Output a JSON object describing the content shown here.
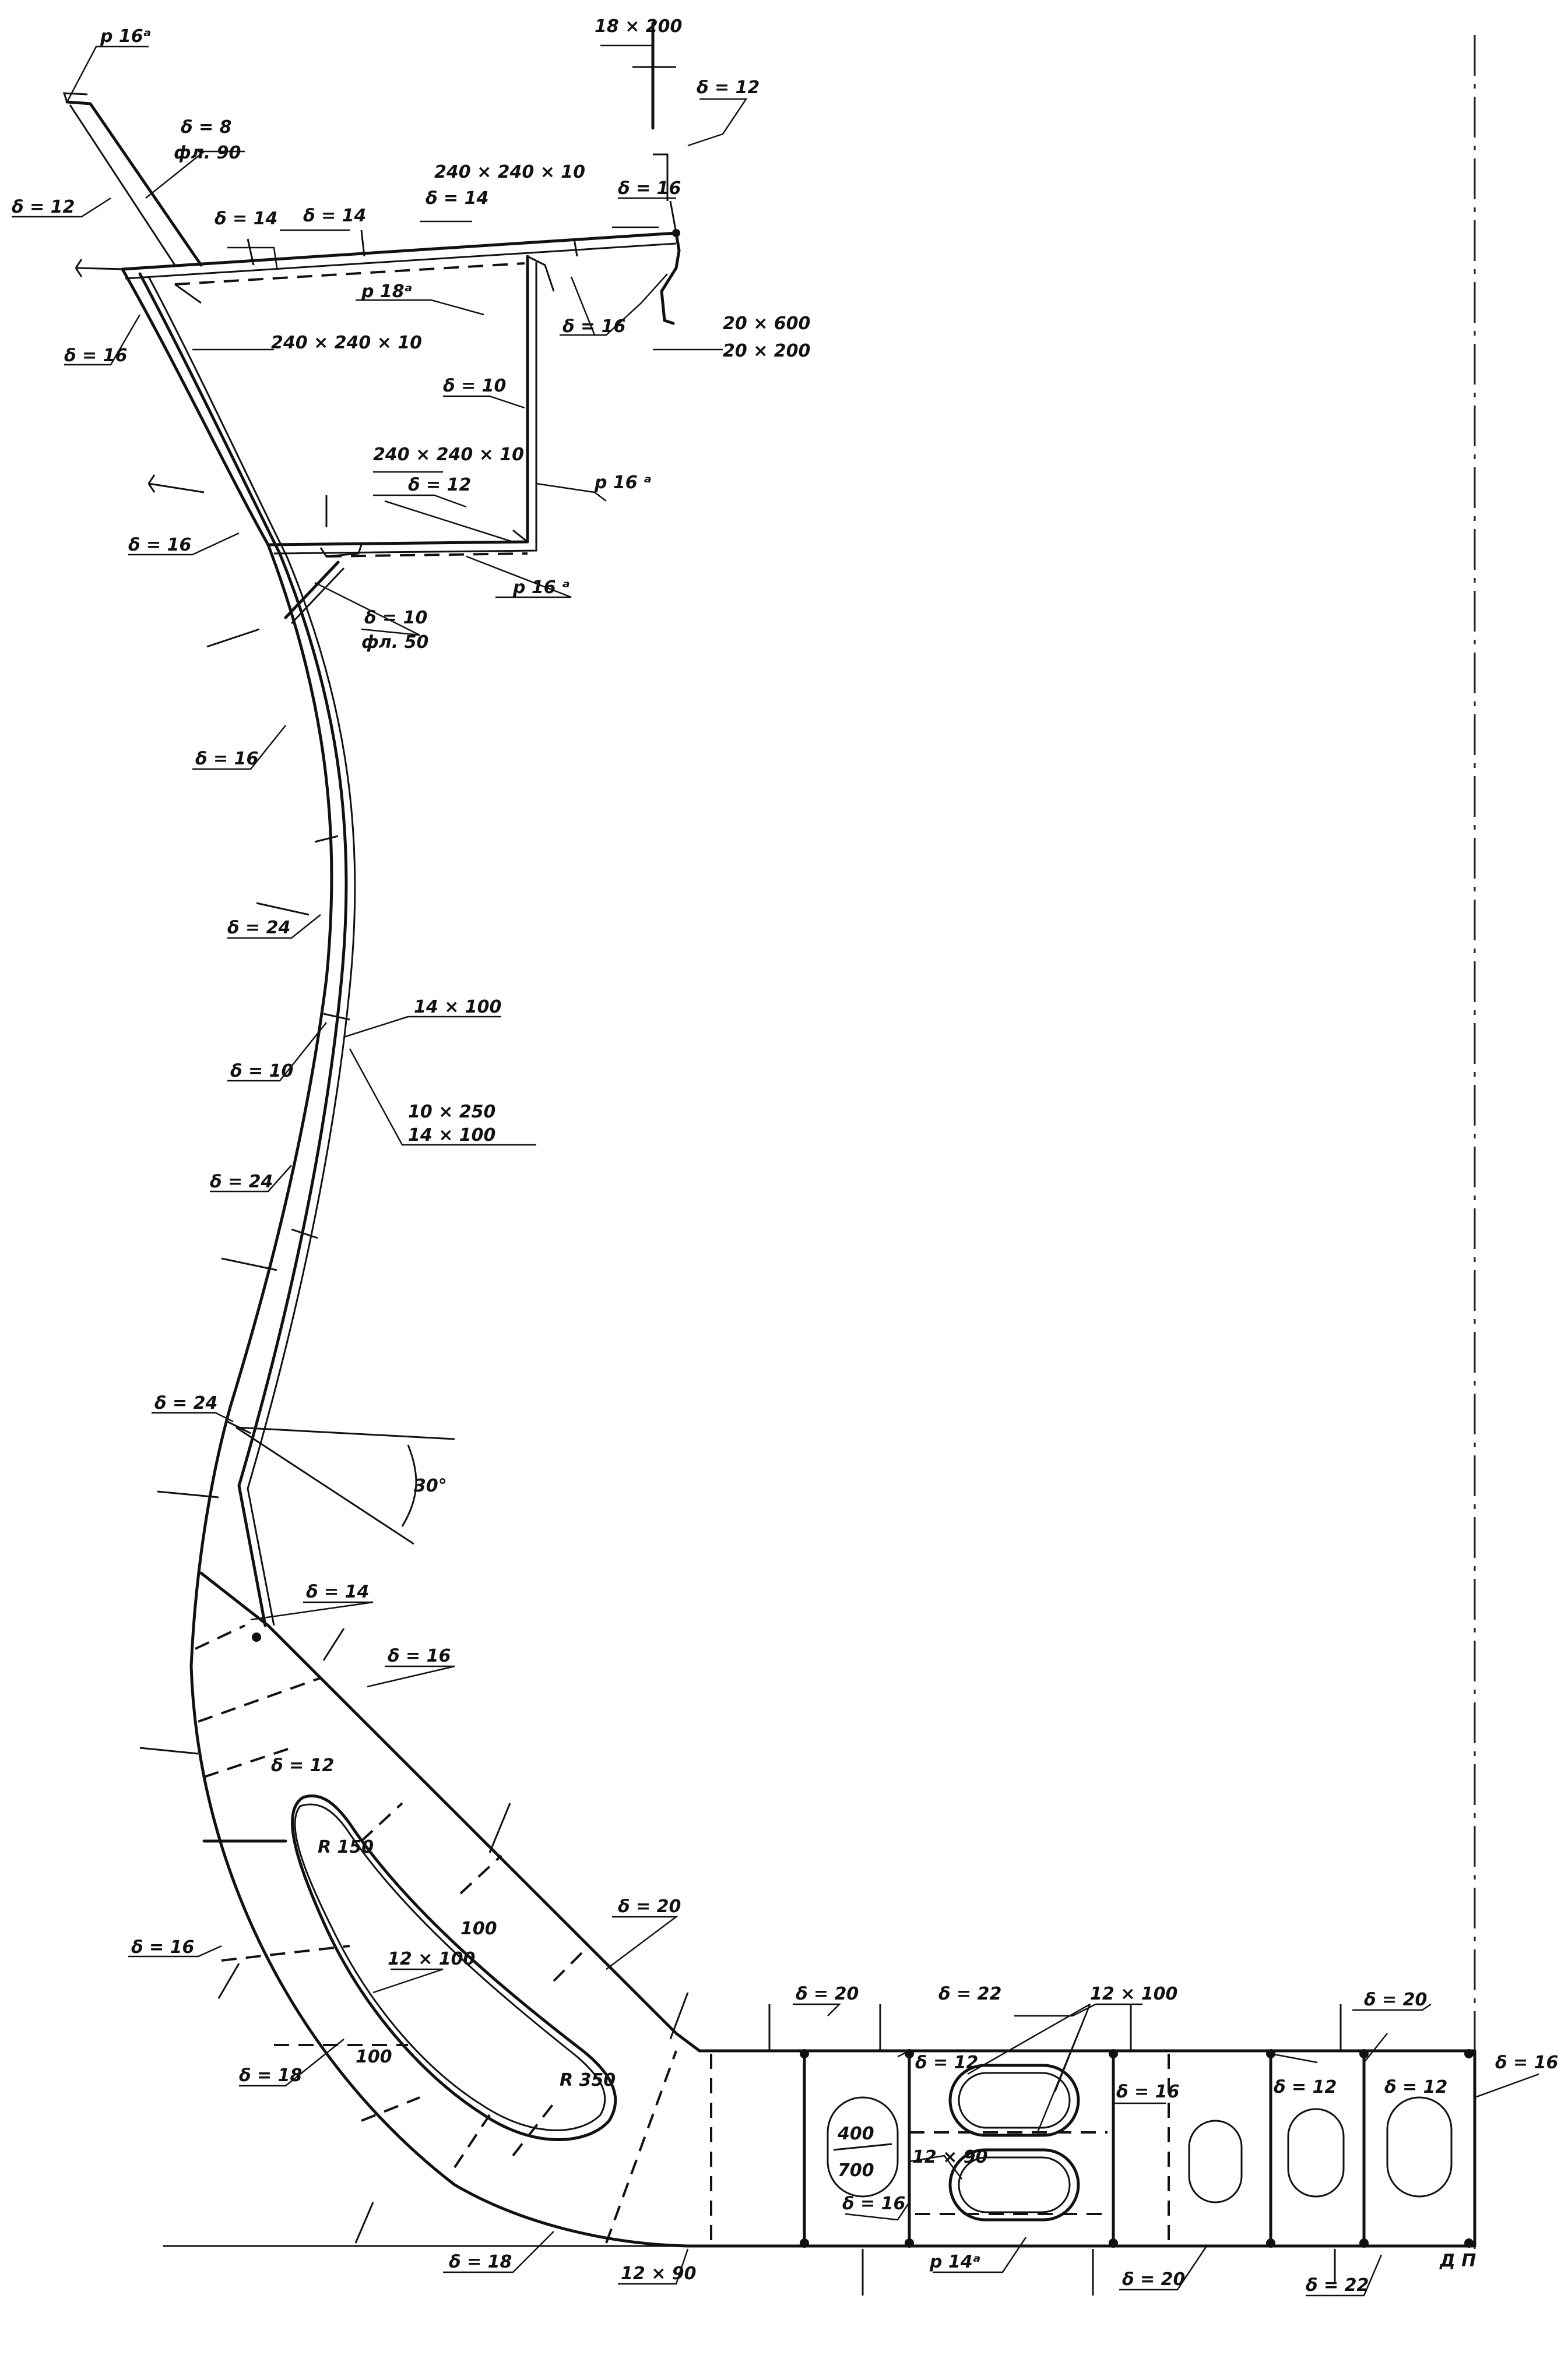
{
  "labels": {
    "p16a_top": "р 16ᵃ",
    "d8_fl90_a": "δ = 8",
    "d8_fl90_b": "фл. 90",
    "d12_left": "δ = 12",
    "d14_a": "δ = 14",
    "d14_b": "δ = 14",
    "d14_c": "δ = 14",
    "d16_deck": "δ = 16",
    "d12_top": "δ = 12",
    "bar_18x200": "18 × 200",
    "angle_240_top": "240 × 240 × 10",
    "p18a": "р 18ᵃ",
    "angle_240_left": "240 × 240 × 10",
    "d16_a": "δ = 16",
    "d16_b": "δ = 16",
    "tee_20x600_a": "20 × 600",
    "tee_20x600_b": "20 × 200",
    "d10_box": "δ = 10",
    "p16a_right": "р 16 ᵃ",
    "angle_240_mid_a": "240 × 240 × 10",
    "angle_240_mid_b": "δ = 12",
    "d16_c": "δ = 16",
    "p16a_bottom": "р 16 ᵃ",
    "d10_fl50_a": "δ = 10",
    "d10_fl50_b": "фл. 50",
    "d16_d": "δ = 16",
    "d24_a": "δ = 24",
    "bar_14x100": "14 × 100",
    "d10_side": "δ = 10",
    "tee_10x250_a": "10 × 250",
    "tee_10x250_b": "14 × 100",
    "d24_b": "δ = 24",
    "d24_c": "δ = 24",
    "angle_30": "30°",
    "d14_bilge": "δ = 14",
    "d16_bilge": "δ = 16",
    "d12_bracket": "δ = 12",
    "r150": "R 150",
    "dim_100_a": "100",
    "d20_bracket": "δ = 20",
    "bar_12x100_a": "12 × 100",
    "d16_e": "δ = 16",
    "dim_100_b": "100",
    "r350": "R 350",
    "d18_a": "δ = 18",
    "d18_b": "δ = 18",
    "bar_12x90_a": "12 × 90",
    "d20_floor": "δ = 20",
    "d22_floor": "δ = 22",
    "bar_12x100_b": "12 × 100",
    "d20_right": "δ = 20",
    "d12_a": "δ = 12",
    "bar_12x90_b": "12 × 90",
    "hole_400": "400",
    "hole_700": "700",
    "d16_f": "δ = 16",
    "d16_g": "δ = 16",
    "d12_b": "δ = 12",
    "d12_c": "δ = 12",
    "d16_keel": "δ = 16",
    "p14a": "р 14ᵃ",
    "d20_bottom": "δ = 20",
    "d22_bottom": "δ = 22",
    "dp": "Д П"
  }
}
